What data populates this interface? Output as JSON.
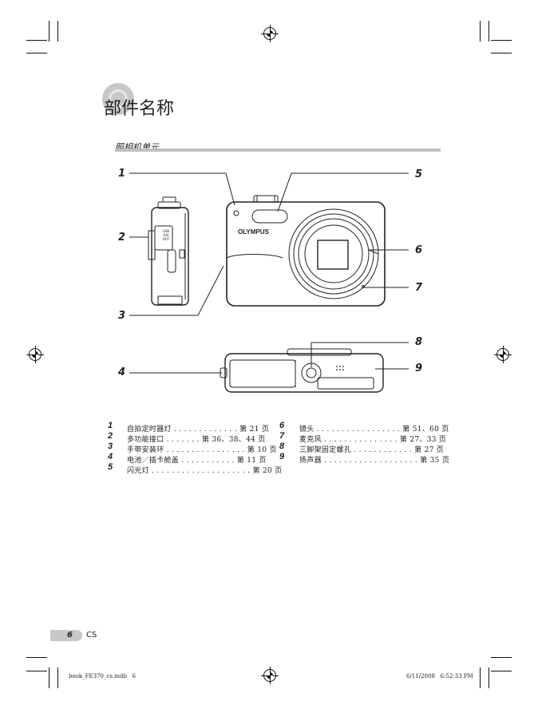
{
  "page_title": "部件名称",
  "section_title": "照相机单元",
  "callouts": [
    "1",
    "2",
    "3",
    "4",
    "5",
    "6",
    "7",
    "8",
    "9"
  ],
  "camera": {
    "brand": "OLYMPUS",
    "port_label": "USB\nA/V\nOUT"
  },
  "legend": [
    {
      "num": "1",
      "text": "自拍定时器灯 . . . . . . . . . . . . .  第 21 页"
    },
    {
      "num": "2",
      "text": "多功能接口 . . . . . . .  第 36、38、44 页"
    },
    {
      "num": "3",
      "text": "手带安装环 . . . . . . . . . . . . . . . .  第 10 页"
    },
    {
      "num": "4",
      "text": "电池／插卡舱盖 . . . . . . . . . . .  第 11 页"
    },
    {
      "num": "5",
      "text": "闪光灯 . . . . . . . . . . . . . . . . . . . .  第 20 页"
    },
    {
      "num": "6",
      "text": "镜头 . . . . . . . . . . . . . . . . .  第 51、60 页"
    },
    {
      "num": "7",
      "text": "麦克风 . . . . . . . . . . . . . . .  第 27、33 页"
    },
    {
      "num": "8",
      "text": "三脚架固定螺孔 . . . . . . . . . . . .  第 27 页"
    },
    {
      "num": "9",
      "text": "扬声器 . . . . . . . . . . . . . . . . . . .  第 35 页"
    }
  ],
  "page": {
    "number": "6",
    "lang": "CS"
  },
  "footer": {
    "file": "book_FE370_cs.indb   6",
    "timestamp": "6/11/2008   6:52:33 PM"
  }
}
